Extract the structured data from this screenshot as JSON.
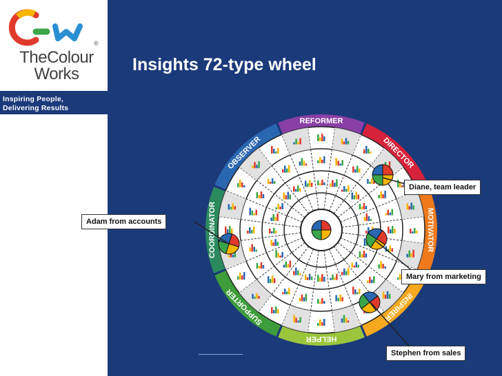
{
  "logo": {
    "brand_line1": "TheColour",
    "brand_line2": "Works",
    "registered": "®",
    "tagline_line1": "Inspiring People,",
    "tagline_line2": "Delivering Results",
    "colors": [
      "#e03a2c",
      "#f7b500",
      "#3aa54a",
      "#2a8fd3"
    ]
  },
  "slide": {
    "title": "Insights 72-type wheel",
    "background": "#1b3a7a"
  },
  "wheel": {
    "segments": [
      {
        "label": "REFORMER",
        "color": "#8a3fa6"
      },
      {
        "label": "DIRECTOR",
        "color": "#d6223a"
      },
      {
        "label": "MOTIVATOR",
        "color": "#f07a1b"
      },
      {
        "label": "INSPIRER",
        "color": "#f6a91e"
      },
      {
        "label": "HELPER",
        "color": "#9bc53d"
      },
      {
        "label": "SUPPORTER",
        "color": "#3e9d3a"
      },
      {
        "label": "COORDINATOR",
        "color": "#2b8a5e"
      },
      {
        "label": "OBSERVER",
        "color": "#2a67b1"
      }
    ]
  },
  "callouts": {
    "diane": "Diane, team leader",
    "adam": "Adam from  accounts",
    "mary": "Mary from marketing",
    "stephen": "Stephen from  sales"
  }
}
